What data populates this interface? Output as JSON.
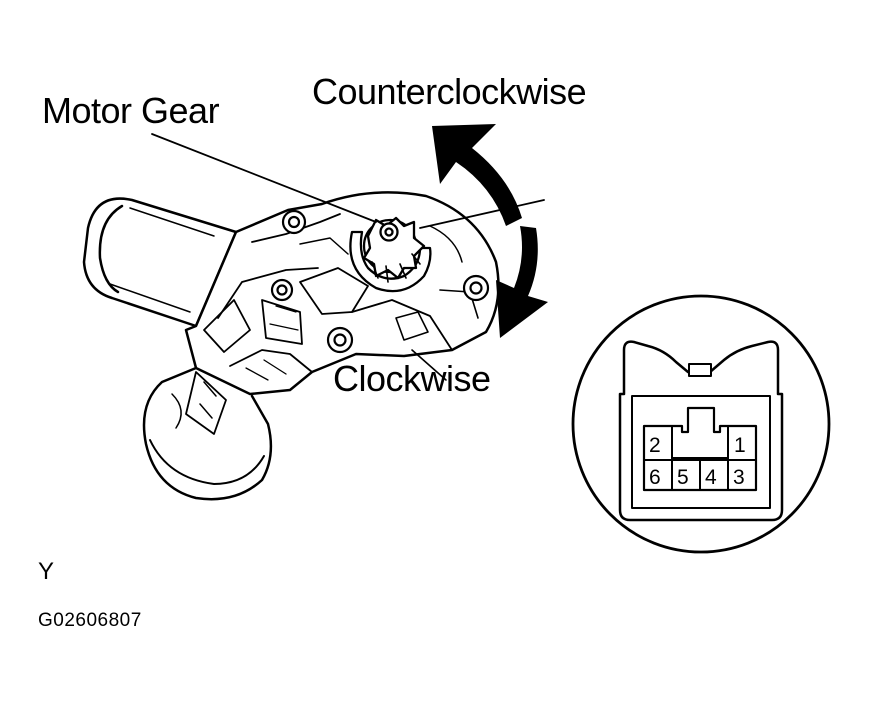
{
  "labels": {
    "counterclockwise": "Counterclockwise",
    "motor_gear": "Motor Gear",
    "clockwise": "Clockwise",
    "view_letter": "Y",
    "figure_code": "G02606807"
  },
  "connector": {
    "pins_top": [
      "2",
      "1"
    ],
    "pins_bottom": [
      "6",
      "5",
      "4",
      "3"
    ]
  },
  "colors": {
    "ink": "#000000",
    "paper": "#ffffff"
  }
}
